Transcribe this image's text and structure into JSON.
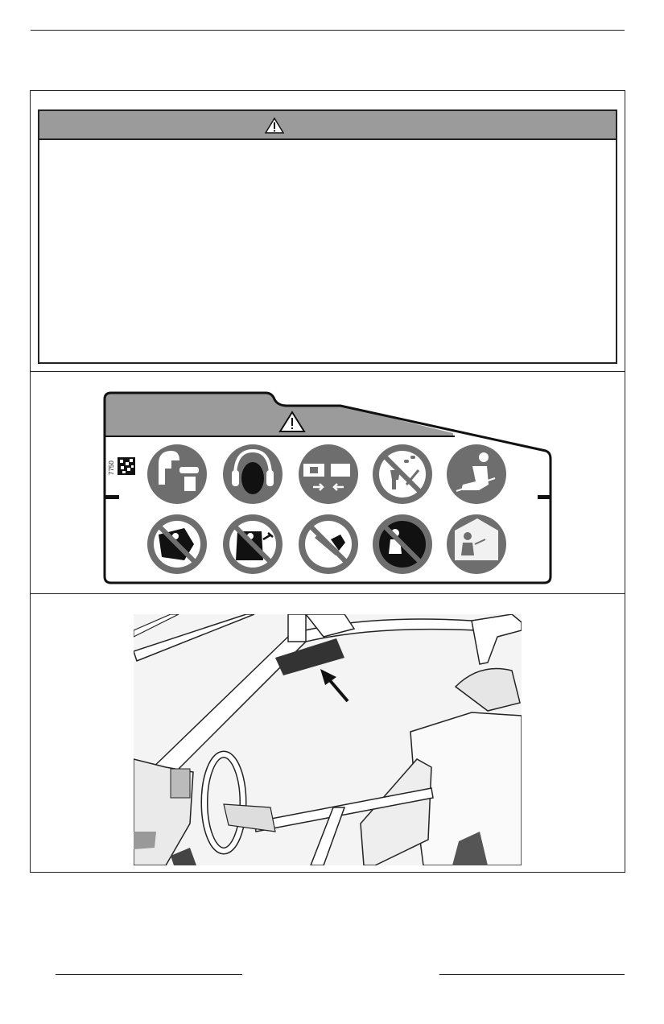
{
  "icons": {
    "warning": "warning-triangle-icon",
    "arrow": "pointer-arrow-icon"
  },
  "colors": {
    "header_gray": "#9b9b9b",
    "pictogram_gray": "#6e6e6e",
    "line": "#222222"
  },
  "label": {
    "code": "7750",
    "pictograms_row1": [
      "helmet-goggles-gloves",
      "hearing-protection",
      "fasten-seat-belt",
      "no-alcohol-drugs",
      "seated-driver"
    ],
    "pictograms_row2": [
      "no-limbs-outside-left",
      "no-limbs-outside-right",
      "no-grabbing-bar",
      "no-child-passenger",
      "passenger-seated"
    ]
  }
}
